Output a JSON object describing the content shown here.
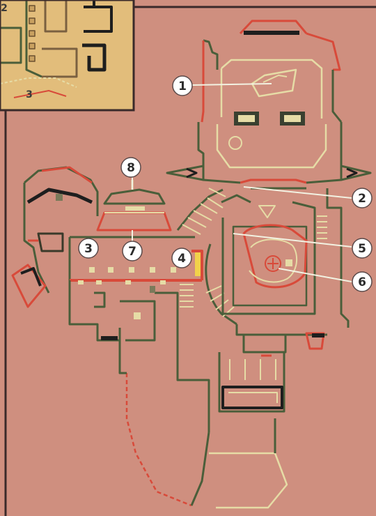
{
  "map": {
    "colors": {
      "background": "#cf8f7f",
      "inset_background": "#e2bd7b",
      "frame": "#3a2a2a",
      "wall_green": "#4a5e3a",
      "wall_cream": "#e6dca6",
      "wall_red": "#d84a3a",
      "wall_black": "#1e1e1e",
      "marker_fill": "#ffffff",
      "marker_text": "#2b2b2b",
      "highlight_yellow": "#f2d24a"
    },
    "callouts": [
      {
        "label": "1"
      },
      {
        "label": "2"
      },
      {
        "label": "3"
      },
      {
        "label": "4"
      },
      {
        "label": "5"
      },
      {
        "label": "6"
      },
      {
        "label": "7"
      },
      {
        "label": "8"
      }
    ],
    "inset": {
      "labels": [
        {
          "label": "2"
        },
        {
          "label": "3"
        }
      ]
    }
  }
}
